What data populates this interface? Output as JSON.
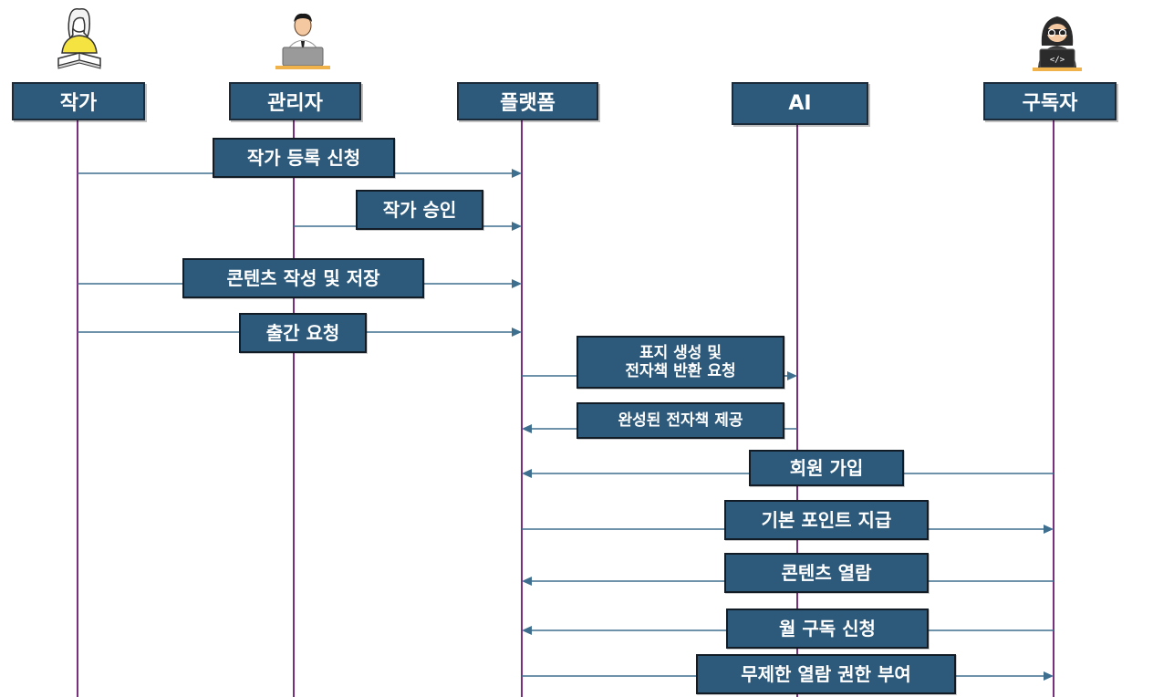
{
  "actors": [
    {
      "id": "writer",
      "label": "작가",
      "icon": "writer-reading-icon"
    },
    {
      "id": "admin",
      "label": "관리자",
      "icon": "admin-laptop-icon"
    },
    {
      "id": "platform",
      "label": "플랫폼",
      "icon": null
    },
    {
      "id": "ai",
      "label": "AI",
      "icon": null
    },
    {
      "id": "subscriber",
      "label": "구독자",
      "icon": "subscriber-hacker-icon"
    }
  ],
  "messages": [
    {
      "from": "writer",
      "to": "platform",
      "label": "작가 등록 신청"
    },
    {
      "from": "admin",
      "to": "platform",
      "label": "작가 승인"
    },
    {
      "from": "writer",
      "to": "platform",
      "label": "콘텐츠 작성 및 저장"
    },
    {
      "from": "writer",
      "to": "platform",
      "label": "출간 요청"
    },
    {
      "from": "platform",
      "to": "ai",
      "label": "표지 생성 및 전자책 반환 요청",
      "lines": [
        "표지 생성 및",
        "전자책 반환 요청"
      ]
    },
    {
      "from": "ai",
      "to": "platform",
      "label": "완성된 전자책 제공"
    },
    {
      "from": "subscriber",
      "to": "platform",
      "label": "회원 가입"
    },
    {
      "from": "platform",
      "to": "subscriber",
      "label": "기본 포인트 지급"
    },
    {
      "from": "subscriber",
      "to": "platform",
      "label": "콘텐츠 열람"
    },
    {
      "from": "subscriber",
      "to": "platform",
      "label": "월 구독 신청"
    },
    {
      "from": "platform",
      "to": "subscriber",
      "label": "무제한 열람 권한 부여"
    }
  ],
  "colors": {
    "box_fill": "#2d5a7b",
    "box_border": "#1b2b3a",
    "lifeline": "#7a2f7e",
    "arrow": "#3f6f8e"
  }
}
